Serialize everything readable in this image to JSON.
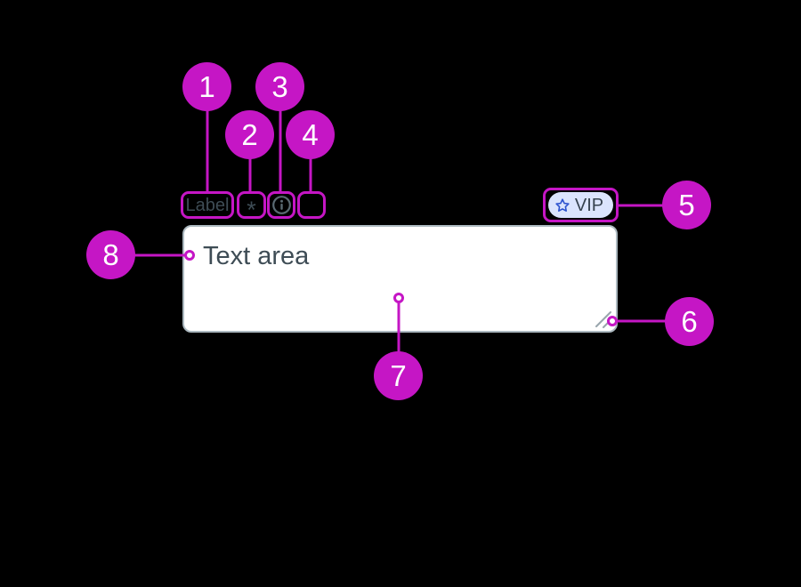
{
  "component": {
    "label": "Label",
    "required_marker": "*",
    "placeholder": "Text area",
    "badge": {
      "label": "VIP",
      "icon": "star-icon"
    }
  },
  "annotations": {
    "items": [
      {
        "number": "1"
      },
      {
        "number": "2"
      },
      {
        "number": "3"
      },
      {
        "number": "4"
      },
      {
        "number": "5"
      },
      {
        "number": "6"
      },
      {
        "number": "7"
      },
      {
        "number": "8"
      }
    ]
  },
  "colors": {
    "accent": "#C516C5",
    "background": "#000000",
    "textarea_border": "#ACB9C0",
    "text": "#3E4C55",
    "info_icon": "#5A6A72",
    "badge_background": "#DBE4FD",
    "badge_star": "#2B51CE",
    "badge_text": "#36424F",
    "resize_handle": "#99A6AD"
  }
}
